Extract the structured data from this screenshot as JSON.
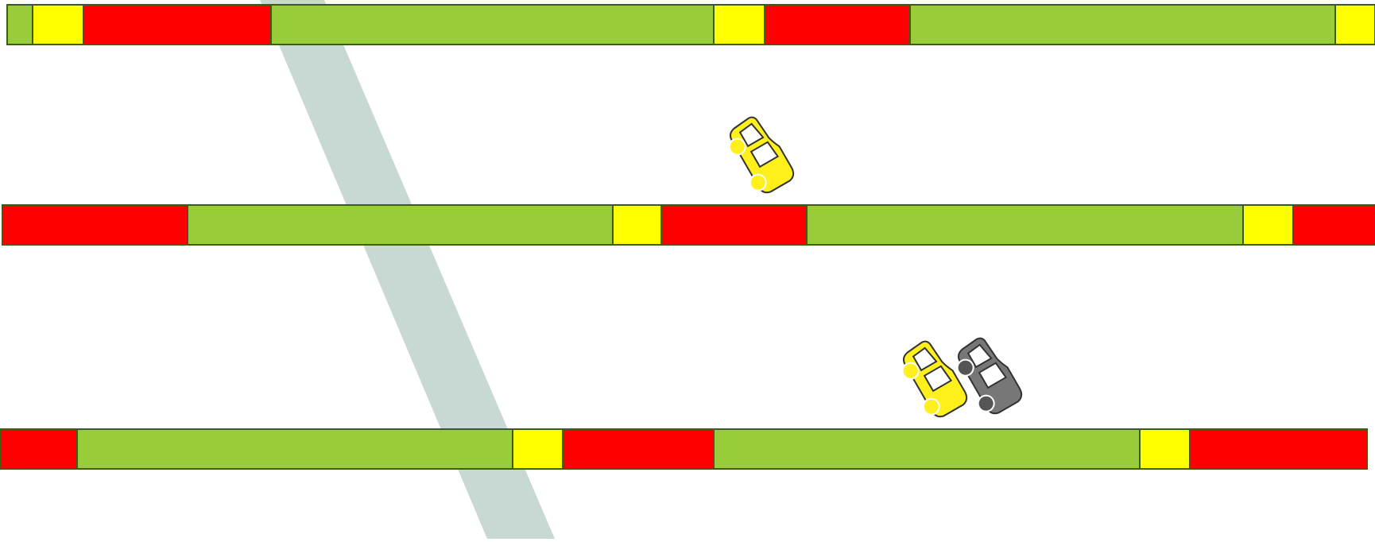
{
  "colors": {
    "background": "#ffffff",
    "band": "#c8d8d2",
    "green": "#99cc3a",
    "yellow": "#ffff00",
    "red": "#ff0000",
    "stroke": "#3d5c14",
    "car_yellow": "#ffef1a",
    "car_gray": "#777777"
  },
  "diagram": {
    "type": "signal-time-space",
    "roads": [
      {
        "name": "road-1",
        "phases": [
          "green",
          "yellow",
          "red",
          "green",
          "yellow",
          "red",
          "green",
          "yellow"
        ]
      },
      {
        "name": "road-2",
        "phases": [
          "red",
          "green",
          "yellow",
          "red",
          "green",
          "yellow",
          "red"
        ]
      },
      {
        "name": "road-3",
        "phases": [
          "red",
          "green",
          "yellow",
          "red",
          "green",
          "yellow",
          "red"
        ]
      }
    ],
    "vehicles": [
      {
        "name": "yellow-car-1",
        "color": "yellow"
      },
      {
        "name": "yellow-car-2",
        "color": "yellow"
      },
      {
        "name": "gray-car",
        "color": "gray"
      }
    ]
  }
}
